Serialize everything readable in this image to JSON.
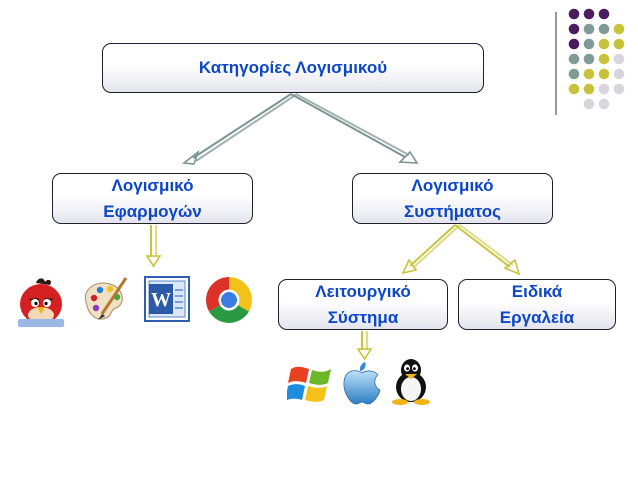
{
  "diagram": {
    "root": {
      "label": "Κατηγορίες Λογισμικού"
    },
    "applications": {
      "line1": "Λογισμικό",
      "line2": "Εφαρμογών"
    },
    "system": {
      "line1": "Λογισμικό",
      "line2": "Συστήματος"
    },
    "operating_system": {
      "line1": "Λειτουργικό",
      "line2": "Σύστημα"
    },
    "utilities": {
      "line1": "Ειδικά",
      "line2": "Εργαλεία"
    },
    "app_icons": [
      "angry-birds-icon",
      "paint-palette-icon",
      "word-icon",
      "chrome-icon"
    ],
    "os_icons": [
      "windows-icon",
      "apple-icon",
      "linux-tux-icon"
    ]
  },
  "colors": {
    "text": "#0d47c9",
    "arrow_gray": "#7b9493",
    "arrow_yellow": "#c9c43a",
    "dot_purple": "#4b1c5e",
    "dot_teal": "#7f9b98",
    "dot_yellow": "#c7c239",
    "dot_gray": "#d6d6df"
  }
}
